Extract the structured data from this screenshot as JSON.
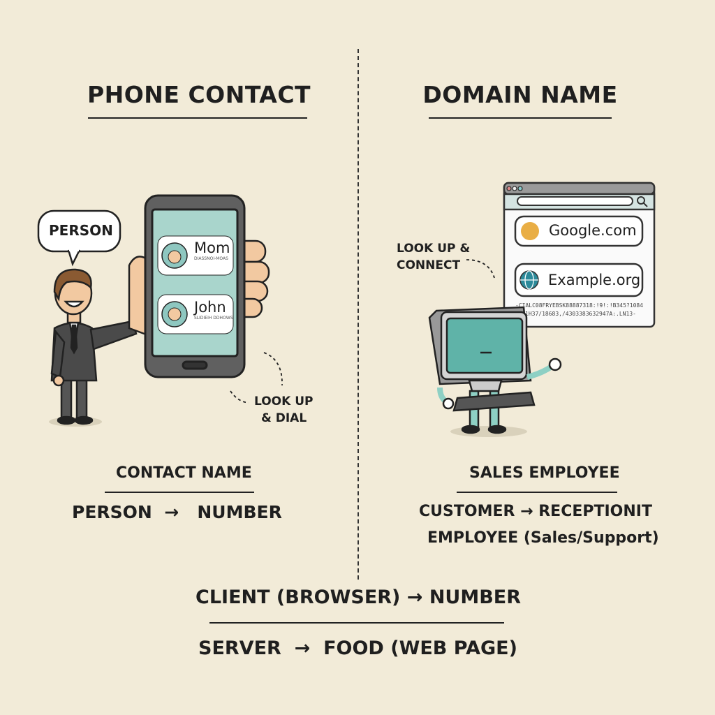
{
  "left": {
    "title": "PHONE CONTACT",
    "speech_bubble": "PERSON",
    "contacts": [
      {
        "name": "Mom",
        "subtext": "DIASSNOI-MOAS"
      },
      {
        "name": "John",
        "subtext": "SLIDIEIH DDHOWS"
      }
    ],
    "action_note": [
      "LOOK UP",
      "& DIAL"
    ],
    "caption_title": "CONTACT NAME",
    "mapping": {
      "from": "PERSON",
      "arrow": "→",
      "to": "NUMBER"
    }
  },
  "right": {
    "title": "DOMAIN NAME",
    "action_note": [
      "LOOK UP &",
      "CONNECT"
    ],
    "browser_entries": [
      {
        "label": "Google.com",
        "icon": "google-g-icon",
        "icon_color": "#e9ae45"
      },
      {
        "label": "Example.org",
        "icon": "globe-icon",
        "icon_color": "#2c8a9a"
      }
    ],
    "ip_text": [
      "-CIALC08FRYEBSK88887318:!9!:!B345?1084",
      "1H37/18683,/4303383632947A:.LN13-"
    ],
    "caption_title": "SALES EMPLOYEE",
    "mapping_line1": {
      "from": "CUSTOMER",
      "arrow": "→",
      "to": "RECEPTIONIT"
    },
    "mapping_line2": "EMPLOYEE (Sales/Support)"
  },
  "bottom": {
    "line1": {
      "from": "CLIENT (BROWSER)",
      "arrow": "→",
      "to": "NUMBER"
    },
    "line2": {
      "from": "SERVER",
      "arrow": "→",
      "to": "FOOD (WEB PAGE)"
    }
  },
  "colors": {
    "background": "#f2ebd8",
    "screen": "#a9d5cc",
    "ink": "#1f1f1f",
    "google": "#e9ae45",
    "globe": "#2c8a9a"
  }
}
